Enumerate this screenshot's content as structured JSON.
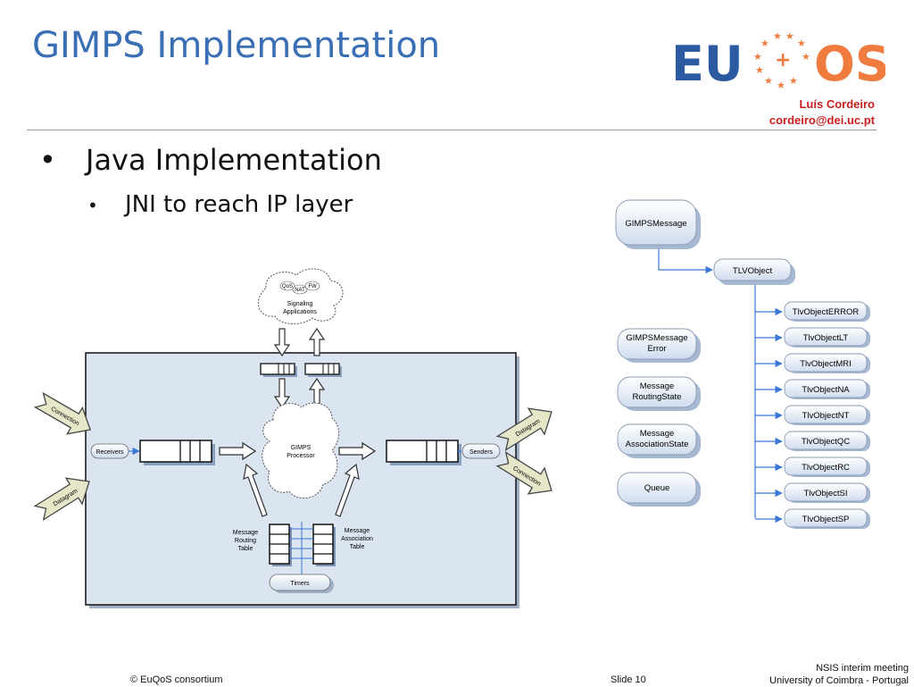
{
  "slide": {
    "title": "GIMPS Implementation",
    "author_name": "Luís Cordeiro",
    "author_email": "cordeiro@dei.uc.pt",
    "bullet_level1": "Java Implementation",
    "bullet_level2": "JNI to reach IP layer",
    "bullet_char": "•"
  },
  "logo": {
    "eu": "EU",
    "os": "OS",
    "alt": "EuQoS logo"
  },
  "diagram": {
    "cloud_tags": [
      "QoS",
      "NAT",
      "FW"
    ],
    "signaling_apps": [
      "Signaling",
      "Applications"
    ],
    "processor": [
      "GIMPS",
      "Processor"
    ],
    "receivers": "Receivers",
    "senders": "Senders",
    "routing_table": [
      "Message",
      "Routing",
      "Table"
    ],
    "association_table": [
      "Message",
      "Association",
      "Table"
    ],
    "timers": "Timers",
    "arrow_labels": {
      "left_top": "Connection",
      "left_bottom": "Datagram",
      "right_top": "Datagram",
      "right_bottom": "Connection"
    }
  },
  "classes": {
    "root": "GIMPSMessage",
    "tlv": "TLVObject",
    "tlv_children": [
      "TlvObjectERROR",
      "TlvObjectLT",
      "TlvObjectMRI",
      "TlvObjectNA",
      "TlvObjectNT",
      "TlvObjectQC",
      "TlvObjectRC",
      "TlvObjectSI",
      "TlvObjectSP"
    ],
    "standalone": [
      [
        "GIMPSMessage",
        "Error"
      ],
      [
        "Message",
        "RoutingState"
      ],
      [
        "Message",
        "AssociationState"
      ],
      [
        "Queue"
      ]
    ]
  },
  "footer": {
    "left": "© EuQoS consortium",
    "middle": "Slide 10",
    "right_line1": "NSIS interim meeting",
    "right_line2": "University of Coimbra - Portugal"
  },
  "colors": {
    "title": "#3a6eb5",
    "logo_blue": "#2c5aa0",
    "logo_orange": "#f07b3f",
    "author": "#c81e1e",
    "connector": "#3a78d8",
    "panel_fill": "#dbe5f1",
    "box_fill": "#dde8f6"
  }
}
